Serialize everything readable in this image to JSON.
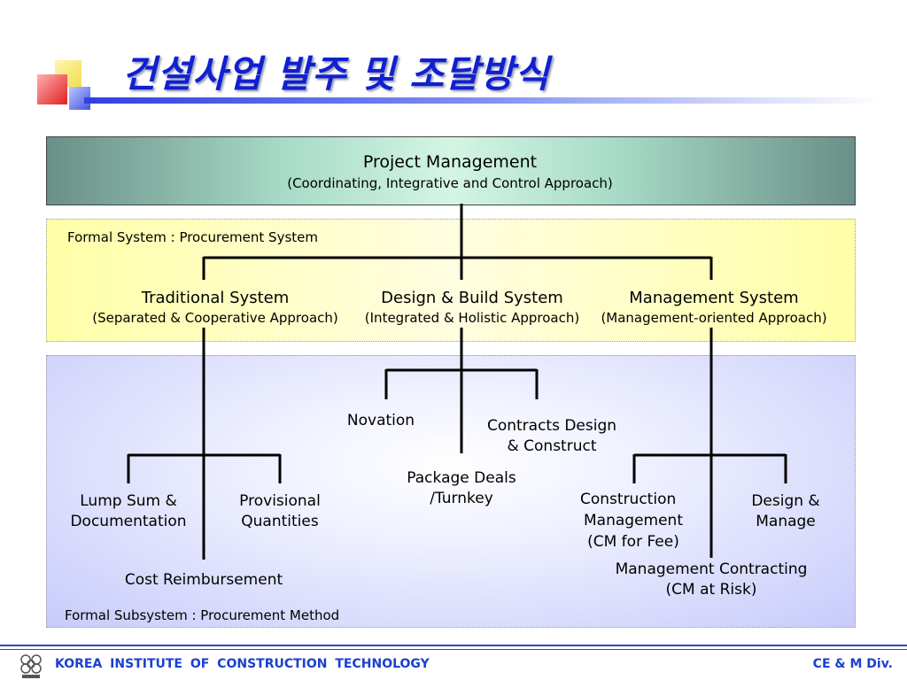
{
  "title": "건설사업 발주 및 조달방식",
  "project_management": {
    "title": "Project Management",
    "subtitle": "(Coordinating, Integrative and Control Approach)"
  },
  "formal_system": {
    "label": "Formal System : Procurement System",
    "systems": [
      {
        "name": "Traditional System",
        "approach": "(Separated & Cooperative Approach)"
      },
      {
        "name": "Design & Build System",
        "approach": "(Integrated & Holistic Approach)"
      },
      {
        "name": "Management System",
        "approach": "(Management-oriented Approach)"
      }
    ]
  },
  "formal_subsystem": {
    "label": "Formal Subsystem : Procurement Method",
    "lump_sum": [
      "Lump Sum &",
      "Documentation"
    ],
    "provisional": [
      "Provisional",
      "Quantities"
    ],
    "cost_reimbursement": "Cost Reimbursement",
    "novation": "Novation",
    "contracts_design": [
      "Contracts Design",
      "& Construct"
    ],
    "package_deals": [
      "Package Deals",
      "/Turnkey"
    ],
    "construction_management": [
      "Construction",
      "Management",
      "(CM for Fee)"
    ],
    "design_manage": [
      "Design &",
      "Manage"
    ],
    "management_contracting": [
      "Management Contracting",
      "(CM at Risk)"
    ]
  },
  "footer": {
    "org": "KOREA  INSTITUTE  OF  CONSTRUCTION  TECHNOLOGY",
    "division": "CE & M Div."
  },
  "colors": {
    "title": "#1020d0",
    "footer_text": "#1a40d0",
    "connector": "#000000"
  }
}
